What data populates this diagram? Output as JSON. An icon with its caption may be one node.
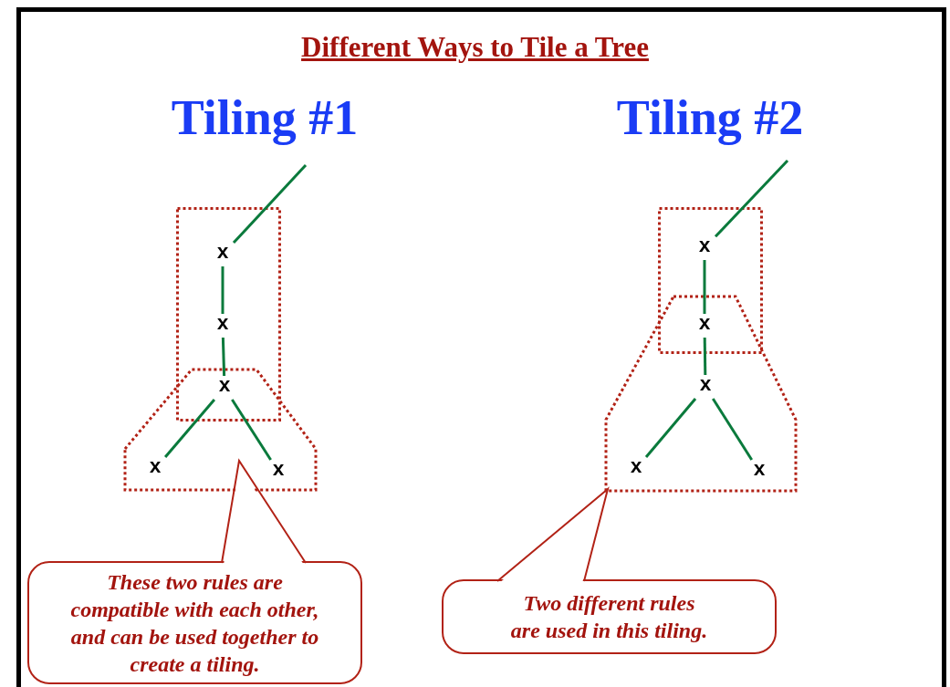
{
  "diagram": {
    "title": "Different Ways to Tile a Tree",
    "nodes": [
      {
        "text": [],
        "shape": "box"
      },
      {
        "text": [],
        "shape": "trapezoid"
      },
      {
        "text": [
          "x"
        ],
        "in": 0
      },
      {
        "text": [
          "x"
        ],
        "in": 0
      },
      {
        "text": [
          "x"
        ]
      },
      {
        "text": [
          "x"
        ],
        "in": 1
      },
      {
        "text": [
          "x"
        ],
        "in": 1
      },
      {
        "text": [],
        "shape": "box"
      },
      {
        "text": [],
        "shape": "trapezoid"
      },
      {
        "text": [
          "x"
        ],
        "in": 7
      },
      {
        "text": [
          "x"
        ]
      },
      {
        "text": [
          "x"
        ],
        "in": 8
      },
      {
        "text": [
          "x"
        ],
        "in": 8
      },
      {
        "text": [
          "x"
        ],
        "in": 8
      },
      {
        "text": [
          "These two rules are compatible with each other, and can be used together to create a tiling."
        ]
      },
      {
        "text": [
          "Two different rules are used in this tiling."
        ]
      }
    ],
    "edges": [
      {
        "from": null,
        "to": 2,
        "arrow": "none"
      },
      {
        "from": 2,
        "to": 3,
        "arrow": "none"
      },
      {
        "from": 3,
        "to": 4,
        "arrow": "none"
      },
      {
        "from": 4,
        "to": 5,
        "arrow": "none"
      },
      {
        "from": 4,
        "to": 6,
        "arrow": "none"
      },
      {
        "from": null,
        "to": 9,
        "arrow": "none"
      },
      {
        "from": 9,
        "to": 10,
        "arrow": "none"
      },
      {
        "from": 10,
        "to": 11,
        "arrow": "none"
      },
      {
        "from": 11,
        "to": 12,
        "arrow": "none"
      },
      {
        "from": 11,
        "to": 13,
        "arrow": "none"
      },
      {
        "from": 14,
        "to": 1,
        "arrow": "none",
        "color": "#b22216"
      },
      {
        "from": 15,
        "to": 8,
        "arrow": "none",
        "color": "#b22216"
      }
    ],
    "labels": [
      "Tiling #1",
      "Tiling #2"
    ]
  }
}
